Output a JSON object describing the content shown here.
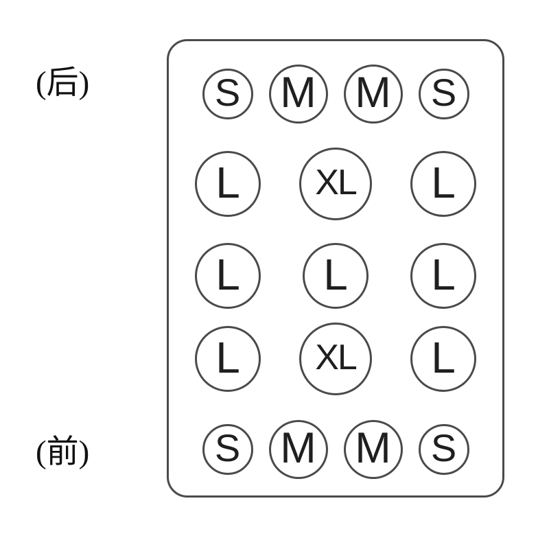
{
  "side_labels": {
    "rear": "(后)",
    "front": "(前)"
  },
  "panel": {
    "rows": [
      {
        "type": "four",
        "cells": [
          {
            "size": "S",
            "label": "S"
          },
          {
            "size": "M",
            "label": "M"
          },
          {
            "size": "M",
            "label": "M"
          },
          {
            "size": "S",
            "label": "S"
          }
        ]
      },
      {
        "type": "three",
        "cells": [
          {
            "size": "L",
            "label": "L"
          },
          {
            "size": "XL",
            "label": "XL"
          },
          {
            "size": "L",
            "label": "L"
          }
        ]
      },
      {
        "type": "three",
        "cells": [
          {
            "size": "L",
            "label": "L"
          },
          {
            "size": "L",
            "label": "L"
          },
          {
            "size": "L",
            "label": "L"
          }
        ]
      },
      {
        "type": "three",
        "cells": [
          {
            "size": "L",
            "label": "L"
          },
          {
            "size": "XL",
            "label": "XL"
          },
          {
            "size": "L",
            "label": "L"
          }
        ]
      },
      {
        "type": "four",
        "cells": [
          {
            "size": "S",
            "label": "S"
          },
          {
            "size": "M",
            "label": "M"
          },
          {
            "size": "M",
            "label": "M"
          },
          {
            "size": "S",
            "label": "S"
          }
        ]
      }
    ]
  },
  "colors": {
    "outline": "#4a4a4a",
    "text": "#1f1f1f",
    "background": "#ffffff"
  }
}
